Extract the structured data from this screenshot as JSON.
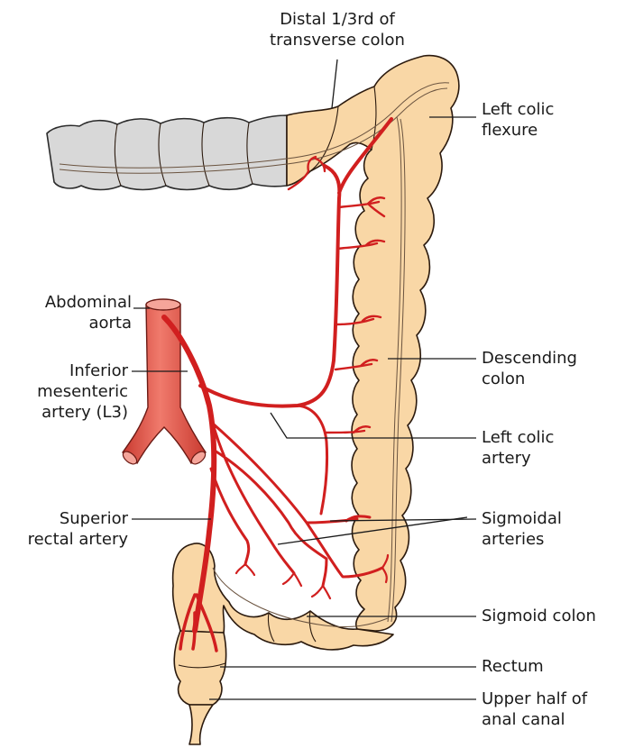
{
  "labels": {
    "distal_transverse": [
      "Distal 1/3rd of",
      "transverse colon"
    ],
    "left_colic_flexure": [
      "Left colic",
      "flexure"
    ],
    "abdominal_aorta": [
      "Abdominal",
      "aorta"
    ],
    "inferior_mesenteric": [
      "Inferior",
      "mesenteric",
      "artery (L3)"
    ],
    "descending_colon": [
      "Descending",
      "colon"
    ],
    "left_colic_artery": [
      "Left colic",
      "artery"
    ],
    "superior_rectal": [
      "Superior",
      "rectal artery"
    ],
    "sigmoidal_arteries": [
      "Sigmoidal",
      "arteries"
    ],
    "sigmoid_colon": [
      "Sigmoid colon"
    ],
    "rectum": [
      "Rectum"
    ],
    "anal_canal": [
      "Upper half of",
      "anal canal"
    ]
  },
  "colors": {
    "colon": "#f9d7a6",
    "transverse_grey": "#d8d8d8",
    "artery": "#d11f1f",
    "aorta": "#e8554a"
  }
}
